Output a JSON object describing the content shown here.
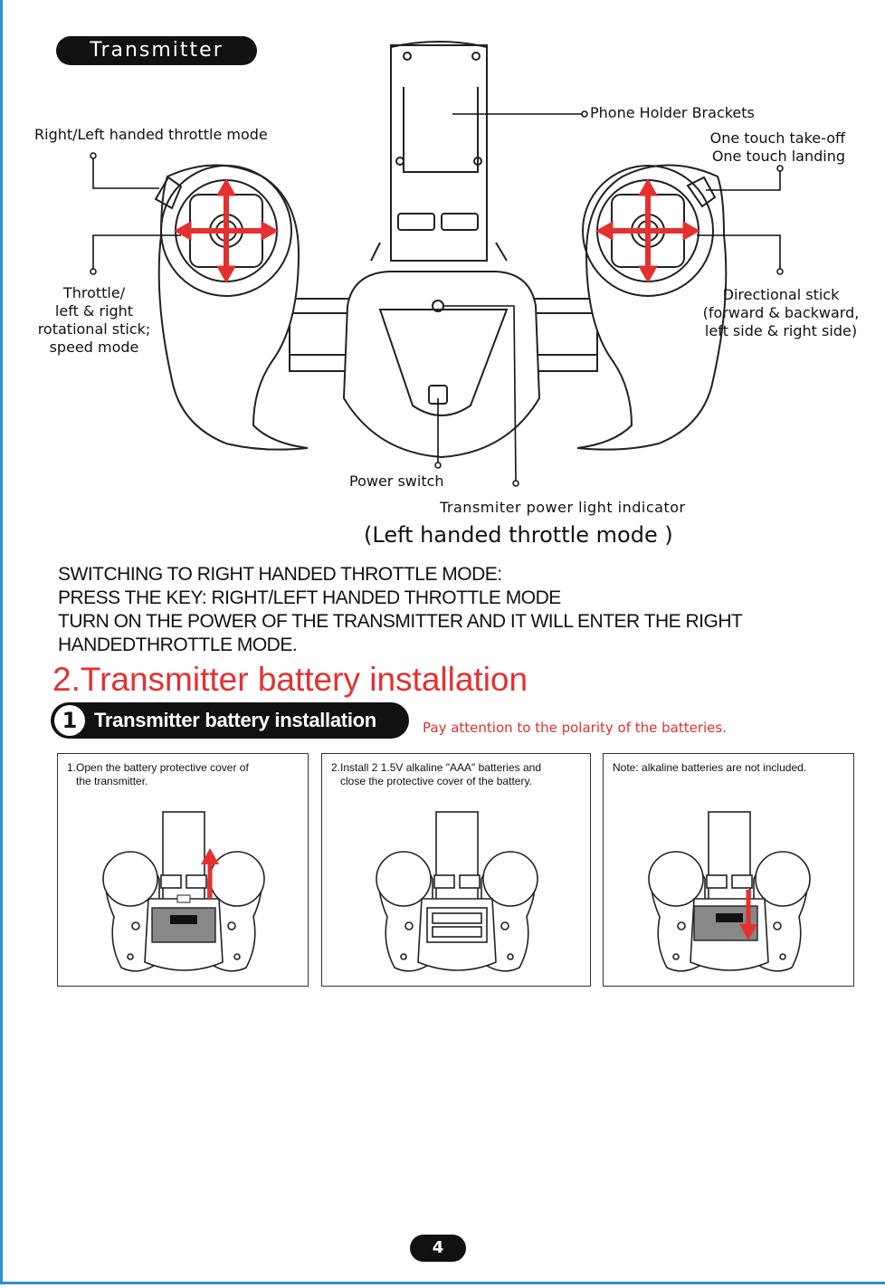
{
  "header": {
    "title": "Transmitter"
  },
  "labels": {
    "phone_holder": "Phone Holder Brackets",
    "handed_mode": "Right/Left handed throttle mode",
    "one_touch_takeoff": "One touch take-off",
    "one_touch_landing": "One touch landing",
    "throttle": [
      "Throttle/",
      "left & right",
      "rotational stick;",
      "speed mode"
    ],
    "directional": [
      "Directional stick",
      "(forward & backward,",
      "left side & right side)"
    ],
    "power_switch": "Power switch",
    "power_light": "Transmiter power light indicator"
  },
  "mode_caption": "(Left handed throttle mode )",
  "switching_instructions": [
    "SWITCHING TO RIGHT HANDED THROTTLE MODE:",
    "PRESS THE KEY: RIGHT/LEFT HANDED THROTTLE MODE",
    "TURN ON THE POWER OF THE TRANSMITTER AND IT WILL ENTER THE RIGHT",
    "HANDEDTHROTTLE MODE."
  ],
  "section": {
    "title": "2.Transmitter battery installation",
    "step_number": "1",
    "step_title": "Transmitter battery installation",
    "polarity_note": "Pay attention to the polarity of the batteries."
  },
  "steps": [
    {
      "text": [
        "1.Open the battery protective cover of",
        "the transmitter."
      ]
    },
    {
      "text": [
        "2.Install 2 1.5V alkaline \"AAA\" batteries and",
        "close the protective cover of the battery."
      ]
    },
    {
      "text": [
        "Note: alkaline batteries are not included."
      ]
    }
  ],
  "colors": {
    "accent_red": "#e53030",
    "frame_blue": "#2a8fd8"
  },
  "page_number": "4"
}
